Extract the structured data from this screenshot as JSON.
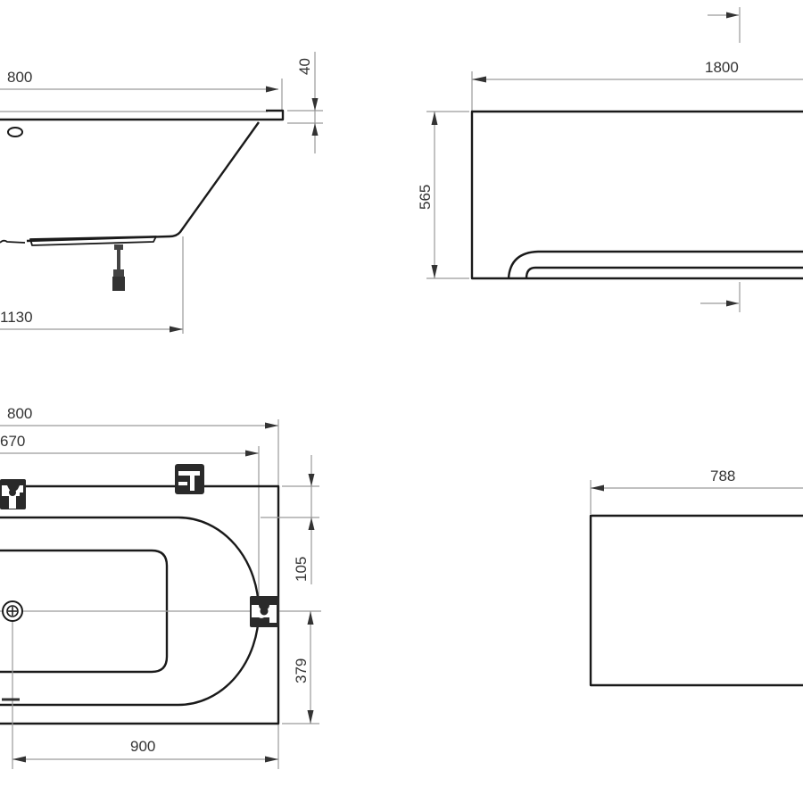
{
  "colors": {
    "line": "#1a1a1a",
    "dimension": "#9a9a9a",
    "text": "#333333"
  },
  "side_view": {
    "length_label": "800",
    "bottom_length_label": "1130",
    "rim_thickness_label": "40"
  },
  "front_panel_view": {
    "length_label": "1800",
    "height_label": "565"
  },
  "plan_view": {
    "length_label": "800",
    "inner_length_label": "670",
    "rim_to_bowl_label": "105",
    "drain_offset_label": "379",
    "width_label": "900",
    "icons": [
      "overflow-fitting-icon",
      "faucet-icon",
      "drain-fitting-icon"
    ]
  },
  "end_panel_view": {
    "length_label": "788"
  }
}
